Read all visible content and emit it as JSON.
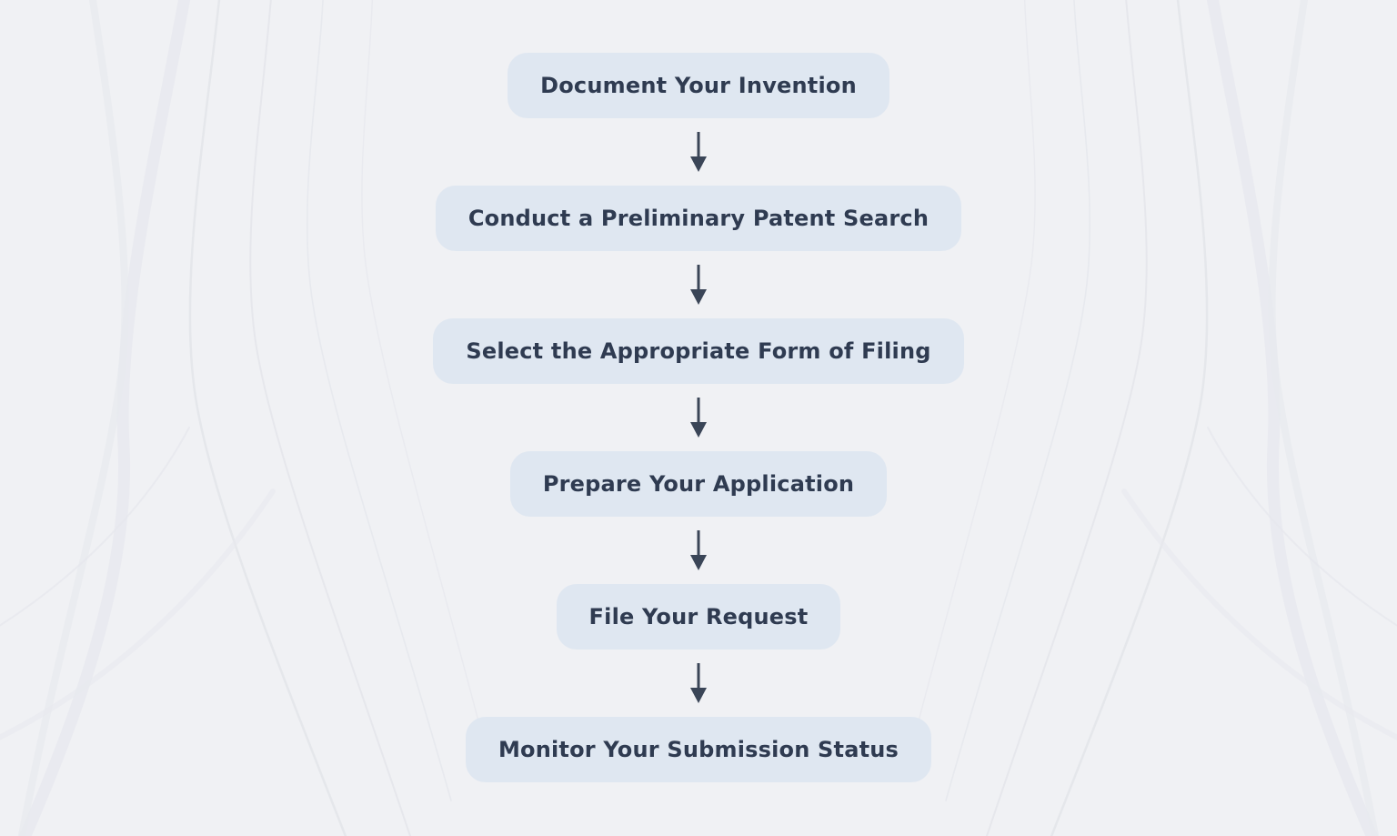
{
  "diagram": {
    "type": "flowchart",
    "direction": "top-down",
    "steps": [
      "Document Your Invention",
      "Conduct a Preliminary Patent Search",
      "Select the Appropriate Form of Filing",
      "Prepare Your Application",
      "File Your Request",
      "Monitor Your Submission Status"
    ],
    "connector_icon": "arrow-down-icon",
    "colors": {
      "background": "#f0f1f4",
      "box_fill": "#dfe7f1",
      "box_text": "#2f3b51",
      "arrow": "#3a4557",
      "decor_line": "#e3e5ea",
      "decor_band": "#e7e9ee"
    }
  }
}
